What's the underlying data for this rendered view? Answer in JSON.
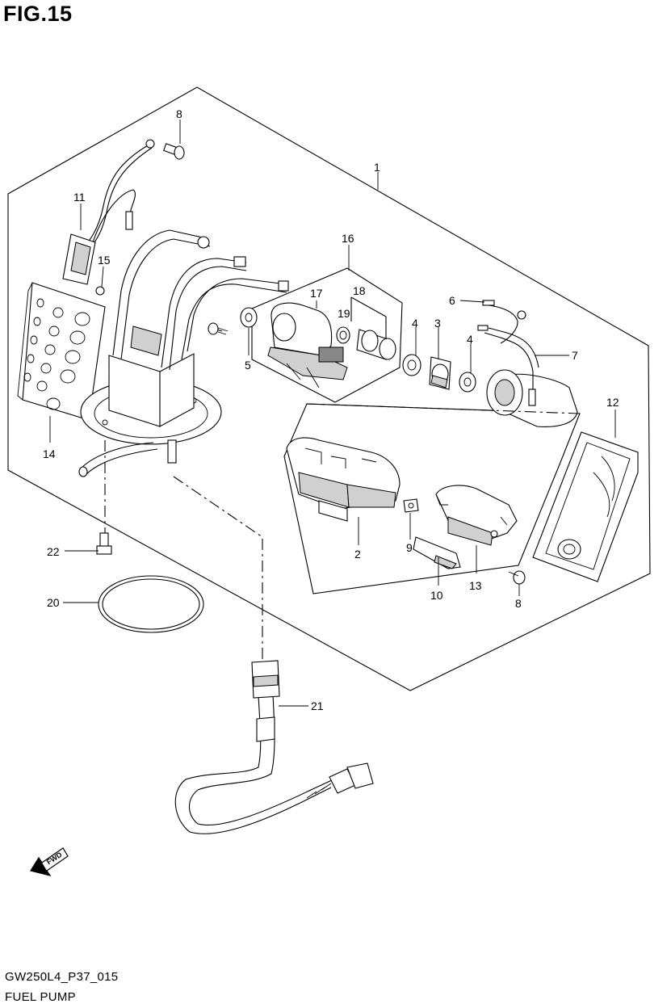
{
  "figure": {
    "title": "FIG.15"
  },
  "footer": {
    "code": "GW250L4_P37_015",
    "name": "FUEL PUMP"
  },
  "callouts": {
    "c1": "1",
    "c2": "2",
    "c3": "3",
    "c4a": "4",
    "c4b": "4",
    "c5": "5",
    "c6": "6",
    "c7": "7",
    "c8a": "8",
    "c8b": "8",
    "c9": "9",
    "c10": "10",
    "c11": "11",
    "c12": "12",
    "c13": "13",
    "c14": "14",
    "c15": "15",
    "c16": "16",
    "c17": "17",
    "c18": "18",
    "c19": "19",
    "c20": "20",
    "c21": "21",
    "c22": "22"
  },
  "fwd_arrow": {
    "label": "FWD"
  }
}
